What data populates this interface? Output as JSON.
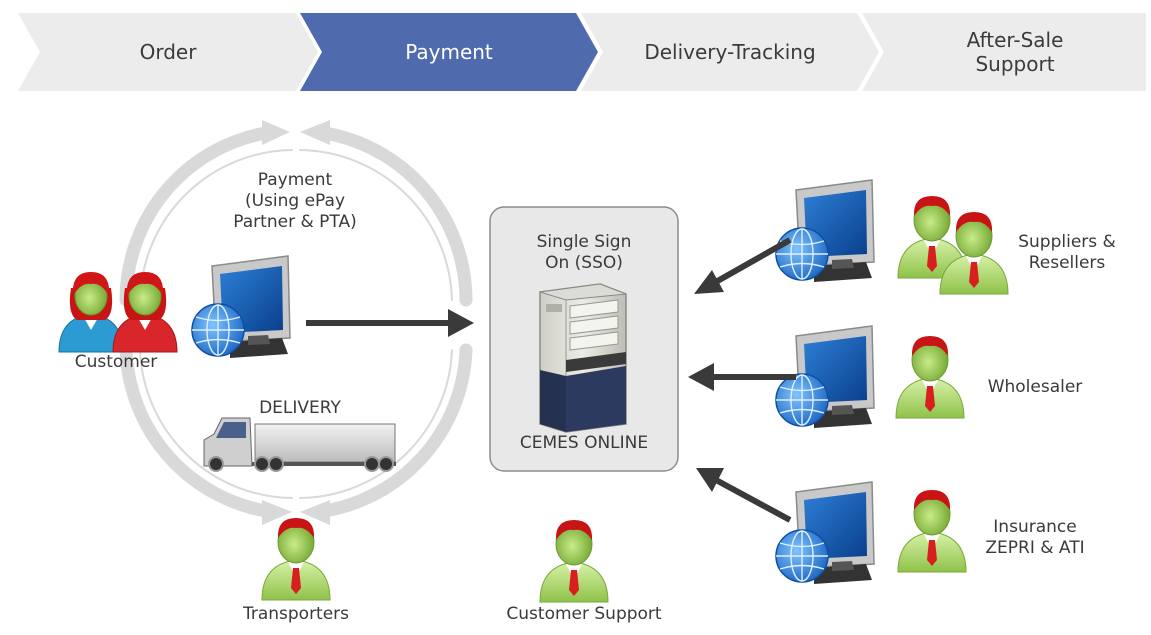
{
  "process_steps": [
    {
      "label": "Order",
      "active": false
    },
    {
      "label": "Payment",
      "active": true
    },
    {
      "label": "Delivery-Tracking",
      "active": false
    },
    {
      "label": "After-Sale\nSupport",
      "active": false
    }
  ],
  "colors": {
    "step_inactive": "#ececec",
    "step_active": "#4f6aad",
    "arrow_dark": "#3a3a3a",
    "cycle_arrow": "#d6d6d6",
    "sso_box": "#e8e8e8"
  },
  "labels": {
    "payment_note": "Payment\n(Using ePay\nPartner & PTA)",
    "customer": "Customer",
    "delivery": "DELIVERY",
    "transporters": "Transporters",
    "customer_support": "Customer Support",
    "sso_title": "Single Sign\nOn (SSO)",
    "cemes_online": "CEMES ONLINE",
    "suppliers": "Suppliers &\nResellers",
    "wholesaler": "Wholesaler",
    "insurance": "Insurance\nZEPRI & ATI"
  }
}
